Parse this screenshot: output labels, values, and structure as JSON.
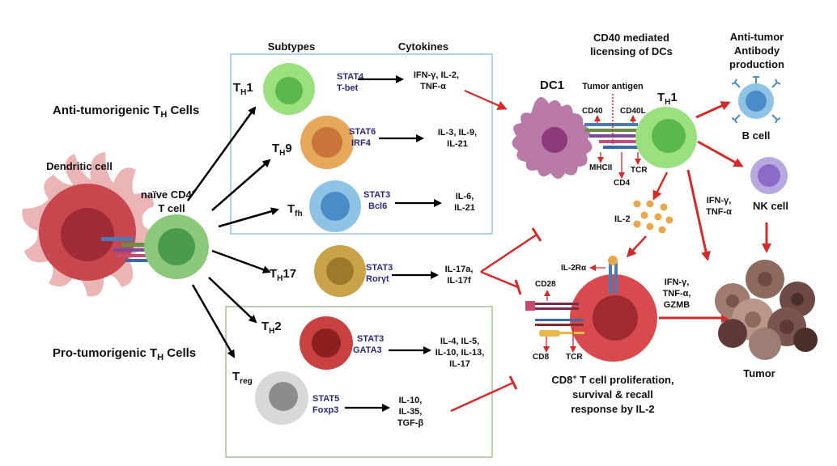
{
  "headers": {
    "subtypes": "Subtypes",
    "cytokines": "Cytokines",
    "cd40_licensing": [
      "CD40 mediated",
      "licensing of DCs"
    ],
    "antibody": [
      "Anti-tumor",
      "Antibody",
      "production"
    ]
  },
  "groups": {
    "anti": {
      "main": "Anti-tumorigenic T",
      "sub": "H",
      "tail": " Cells"
    },
    "pro": {
      "main": "Pro-tumorigenic T",
      "sub": "H",
      "tail": " Cells"
    }
  },
  "cells": {
    "dendritic": "Dendritic cell",
    "naive": [
      "naïve CD4",
      "+",
      "T cell"
    ],
    "dc1": "DC1",
    "th1_right": {
      "main": "T",
      "sub": "H",
      "tail": "1"
    },
    "bcell": "B cell",
    "nkcell": "NK cell",
    "tumor": "Tumor"
  },
  "subtypes": [
    {
      "id": "th1",
      "main": "T",
      "sub": "H",
      "tail": "1",
      "tf": [
        "STAT4",
        "T-bet"
      ],
      "cytokines": [
        "IFN-γ, IL-2,",
        "TNF-α"
      ],
      "colors": {
        "outer": "#9be07e",
        "inner": "#5cb84a"
      }
    },
    {
      "id": "th9",
      "main": "T",
      "sub": "H",
      "tail": "9",
      "tf": [
        "STAT6",
        "IRF4"
      ],
      "cytokines": [
        "IL-3, IL-9,",
        "IL-21"
      ],
      "colors": {
        "outer": "#e6a85a",
        "inner": "#c8743a"
      }
    },
    {
      "id": "tfh",
      "main": "T",
      "sub": "fh",
      "tail": "",
      "tf": [
        "STAT3",
        "Bcl6"
      ],
      "cytokines": [
        "IL-6,",
        "IL-21"
      ],
      "colors": {
        "outer": "#8ec3e6",
        "inner": "#4a8cc8"
      }
    },
    {
      "id": "th17",
      "main": "T",
      "sub": "H",
      "tail": "17",
      "tf": [
        "STAT3",
        "Rorγt"
      ],
      "cytokines": [
        "IL-17a,",
        "IL-17f"
      ],
      "colors": {
        "outer": "#c9a24a",
        "inner": "#9c7a2a"
      }
    },
    {
      "id": "th2",
      "main": "T",
      "sub": "H",
      "tail": "2",
      "tf": [
        "STAT3",
        "GATA3"
      ],
      "cytokines": [
        "IL-4, IL-5,",
        "IL-10, IL-13,",
        "IL-17"
      ],
      "colors": {
        "outer": "#c84040",
        "inner": "#8c2020"
      }
    },
    {
      "id": "treg",
      "main": "T",
      "sub": "reg",
      "tail": "",
      "tf": [
        "STAT5",
        "Foxp3"
      ],
      "cytokines": [
        "IL-10,",
        "IL-35,",
        "TGF-β"
      ],
      "colors": {
        "outer": "#d8d8d8",
        "inner": "#8c8c8c"
      }
    }
  ],
  "receptors": {
    "tumor_antigen": "Tumor antigen",
    "cd40": "CD40",
    "cd40l": "CD40L",
    "mhcii": "MHCII",
    "tcr_top": "TCR",
    "cd4": "CD4",
    "il2": "IL-2",
    "il2ra": "IL-2Rα",
    "cd28": "CD28",
    "cd8": "CD8",
    "tcr_bottom": "TCR"
  },
  "effector_cytokines": {
    "th1_to_tumor": [
      "IFN-γ,",
      "TNF-α"
    ],
    "cd8_to_tumor": [
      "IFN-γ,",
      "TNF-α,",
      "GZMB"
    ]
  },
  "cd8_caption": {
    "line1_main": "CD8",
    "line1_sup": "+",
    "line1_tail": " T cell proliferation,",
    "line2": "survival & recall",
    "line3": "response by IL-2"
  },
  "colors": {
    "arrow_black": "#000000",
    "arrow_red": "#d42a2a",
    "anti_box": "#7fb8d8",
    "pro_box": "#8cb07a",
    "tf_text": "#2a2a7a",
    "dendritic": "#c8464e",
    "dc1": "#b97aa8",
    "cd8": "#d84a4e",
    "bcell": "#8ec3e6",
    "nkcell": "#b8a8e0",
    "tumor": "#8c6a5e"
  }
}
